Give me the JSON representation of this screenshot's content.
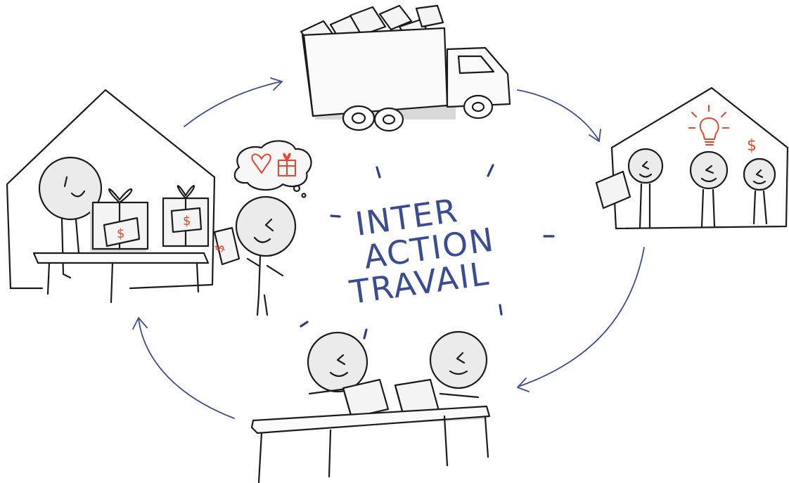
{
  "title_lines": [
    "INTER",
    "ACTION",
    "TRAVAIL"
  ],
  "price_label": "$",
  "colors": {
    "title": "#3a4d92",
    "arrows": "#3c4e91",
    "accent": "#e8452c",
    "ink": "#1b1b1b",
    "fill": "#ebebeb"
  },
  "scenes": [
    "store-scene",
    "delivery-truck-scene",
    "office-team-scene",
    "workshop-packing-scene"
  ],
  "icons": [
    "heart-icon",
    "gift-icon",
    "lightbulb-icon",
    "dollar-icon"
  ]
}
